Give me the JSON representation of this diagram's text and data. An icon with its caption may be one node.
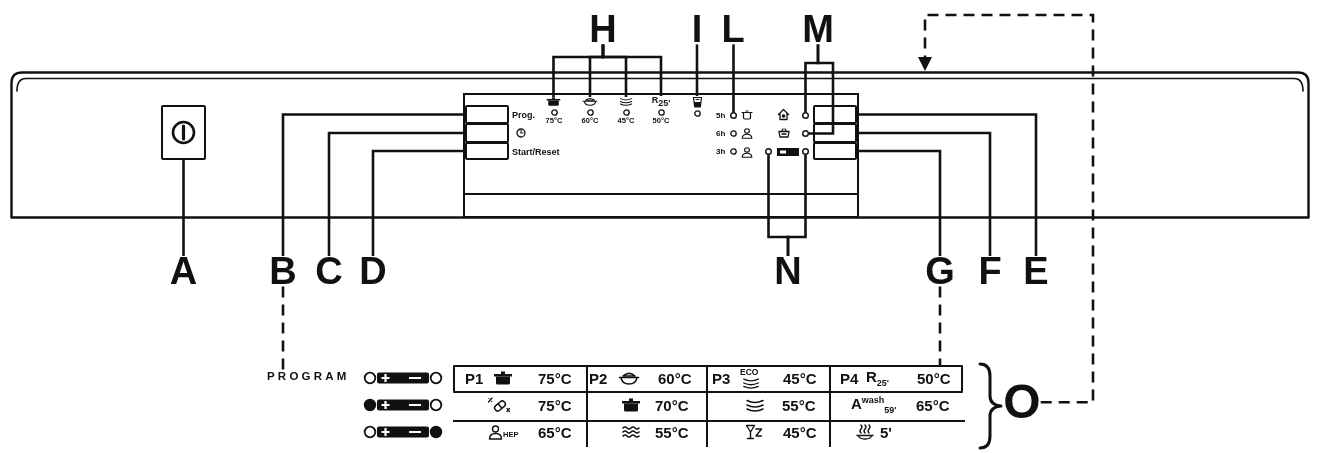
{
  "diagram": {
    "nodes": [
      {
        "text": [],
        "shape": "box"
      },
      {
        "text": [],
        "shape": "box",
        "in": 0
      },
      {
        "text": [
          "Prog.",
          "75°C",
          "60°C",
          "45°C",
          "50°C",
          "5h",
          "6h",
          "Start/Reset",
          "3h"
        ],
        "in": 0
      },
      {
        "text": [],
        "shape": "box",
        "in": 2
      },
      {
        "text": [],
        "shape": "box",
        "in": 2
      },
      {
        "text": [],
        "shape": "box",
        "in": 2
      },
      {
        "text": [],
        "shape": "picture",
        "in": 2
      },
      {
        "text": [],
        "shape": "picture",
        "in": 2
      },
      {
        "text": [],
        "shape": "picture",
        "in": 2
      },
      {
        "text": [
          "R$_{25'}$"
        ],
        "in": 2
      },
      {
        "text": [],
        "shape": "picture",
        "in": 2
      },
      {
        "text": [],
        "shape": "circle",
        "in": 2
      },
      {
        "text": [],
        "shape": "circle",
        "in": 2
      },
      {
        "text": [],
        "shape": "circle",
        "in": 2
      },
      {
        "text": [],
        "shape": "circle",
        "in": 2
      },
      {
        "text": [],
        "shape": "circle",
        "in": 2
      },
      {
        "text": [],
        "shape": "box",
        "in": 2
      },
      {
        "text": [],
        "shape": "box",
        "in": 2
      },
      {
        "text": [],
        "shape": "box",
        "in": 2
      },
      {
        "text": [
          "H"
        ]
      },
      {
        "text": [
          "I"
        ]
      },
      {
        "text": [
          "L"
        ]
      },
      {
        "text": [
          "M"
        ]
      },
      {
        "text": [
          "A"
        ]
      },
      {
        "text": [
          "B"
        ]
      },
      {
        "text": [
          "C"
        ]
      },
      {
        "text": [
          "D"
        ]
      },
      {
        "text": [
          "N"
        ]
      },
      {
        "text": [
          "G"
        ]
      },
      {
        "text": [
          "F"
        ]
      },
      {
        "text": [
          "E"
        ]
      },
      {
        "text": [
          "PROGRAM"
        ]
      },
      {
        "text": [
          "P1",
          "75°C",
          "P2",
          "60°C",
          "P3",
          "ECO",
          "45°C",
          "P4",
          "R$_{25'}$",
          "50°C",
          "75°C",
          "70°C",
          "55°C",
          "A$^{wash}$$_{59'}$",
          "65°C",
          "HEP",
          "65°C",
          "55°C",
          "45°C",
          "5'"
        ]
      },
      {
        "text": [
          "O"
        ]
      }
    ],
    "edges": [
      {
        "from": 23,
        "to": 1,
        "arrow": "none"
      },
      {
        "from": 24,
        "to": 3,
        "arrow": "none"
      },
      {
        "from": 25,
        "to": 4,
        "arrow": "none"
      },
      {
        "from": 26,
        "to": 5,
        "arrow": "none"
      },
      {
        "from": 19,
        "to": 6,
        "arrow": "none"
      },
      {
        "from": 19,
        "to": 7,
        "arrow": "none"
      },
      {
        "from": 19,
        "to": 8,
        "arrow": "none"
      },
      {
        "from": 19,
        "to": 9,
        "arrow": "none"
      },
      {
        "from": 20,
        "to": 10,
        "arrow": "none"
      },
      {
        "from": 21,
        "to": 11,
        "arrow": "none"
      },
      {
        "from": 22,
        "to": 12,
        "arrow": "none"
      },
      {
        "from": 22,
        "to": 13,
        "arrow": "none"
      },
      {
        "from": 27,
        "to": 14,
        "arrow": "none"
      },
      {
        "from": 27,
        "to": 15,
        "arrow": "none"
      },
      {
        "from": 28,
        "to": 18,
        "arrow": "none"
      },
      {
        "from": 29,
        "to": 17,
        "arrow": "none"
      },
      {
        "from": 30,
        "to": 16,
        "arrow": "none"
      },
      {
        "from": 24,
        "to": 31,
        "arrow": "none",
        "style": "dashed"
      },
      {
        "from": 28,
        "to": 32,
        "arrow": "none",
        "style": "dashed"
      },
      {
        "from": 33,
        "to": 0,
        "arrow": "to",
        "style": "dashed"
      }
    ]
  }
}
